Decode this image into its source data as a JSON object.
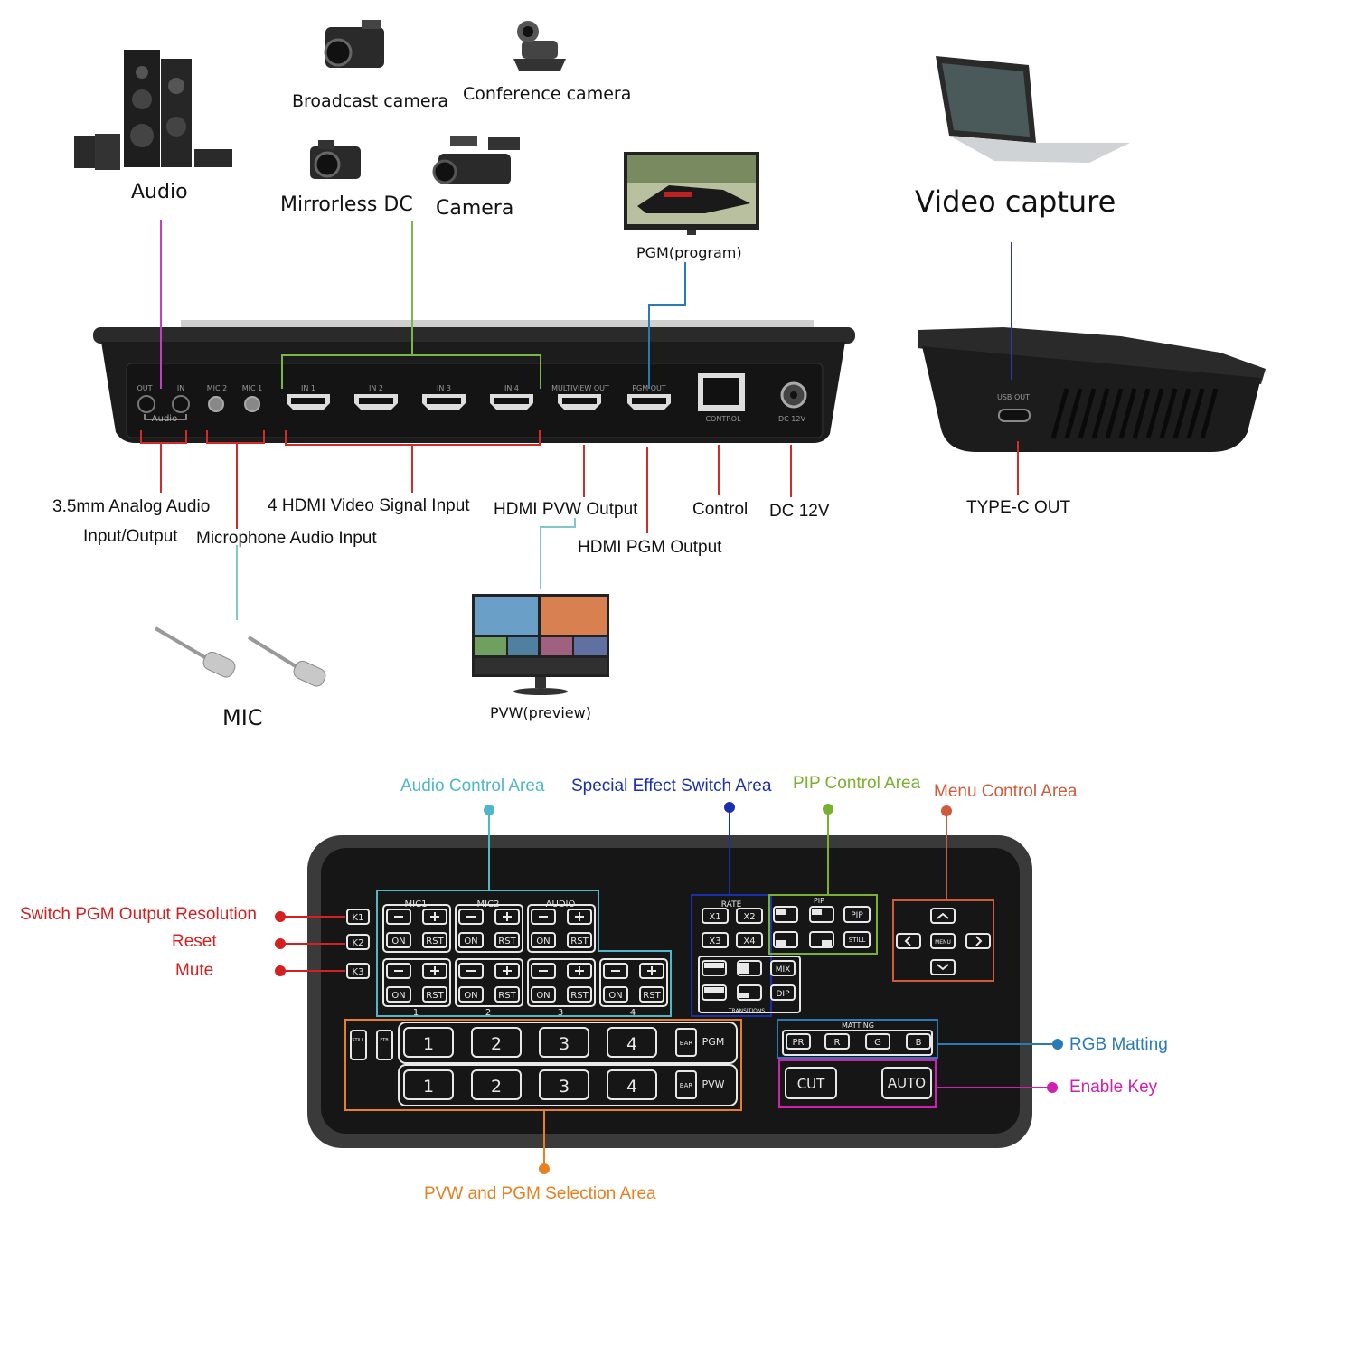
{
  "devices": {
    "audio": "Audio",
    "broadcast_camera": "Broadcast camera",
    "conference_camera": "Conference camera",
    "mirrorless_dc": "Mirrorless DC",
    "camera": "Camera",
    "pgm_program": "PGM(program)",
    "video_capture": "Video capture",
    "mic": "MIC",
    "pvw_preview": "PVW(preview)"
  },
  "rear_panel": {
    "out": "OUT",
    "in": "IN",
    "mic2": "MIC 2",
    "mic1": "MIC 1",
    "audio_bracket": "Audio",
    "in1": "IN 1",
    "in2": "IN 2",
    "in3": "IN 3",
    "in4": "IN 4",
    "multiview_out": "MULTIVIEW OUT",
    "pgm_out": "PGM OUT",
    "control": "CONTROL",
    "dc12v": "DC 12V",
    "usb_out": "USB OUT"
  },
  "port_labels": {
    "analog_audio_line1": "3.5mm Analog Audio",
    "analog_audio_line2": "Input/Output",
    "microphone_input": "Microphone Audio Input",
    "hdmi_input": "4 HDMI Video Signal Input",
    "pvw_output": "HDMI PVW Output",
    "pgm_output": "HDMI PGM Output",
    "control": "Control",
    "dc": "DC 12V",
    "type_c": "TYPE-C OUT"
  },
  "areas": {
    "audio_control": "Audio Control Area",
    "special_effect": "Special Effect Switch Area",
    "pip_control": "PIP Control Area",
    "menu_control": "Menu Control Area",
    "switch_resolution": "Switch PGM Output Resolution",
    "reset": "Reset",
    "mute": "Mute",
    "rgb_matting": "RGB Matting",
    "enable_key": "Enable Key",
    "pvw_pgm_selection": "PVW and PGM Selection Area"
  },
  "panel": {
    "k1": "K1",
    "k2": "K2",
    "k3": "K3",
    "mic1": "MIC1",
    "mic2": "MIC2",
    "audio": "AUDIO",
    "on": "ON",
    "rst": "RST",
    "ch1": "1",
    "ch2": "2",
    "ch3": "3",
    "ch4": "4",
    "rate": "RATE",
    "x1": "X1",
    "x2": "X2",
    "x3": "X3",
    "x4": "X4",
    "pip": "PIP",
    "still": "STILL",
    "mix": "MIX",
    "dip": "DIP",
    "transitions": "TRANSITIONS",
    "menu": "MENU",
    "matting": "MATTING",
    "pr": "PR",
    "r": "R",
    "g": "G",
    "b": "B",
    "cut": "CUT",
    "auto": "AUTO",
    "bar": "BAR",
    "pgm": "PGM",
    "pvw": "PVW",
    "ftb": "FTB"
  },
  "colors": {
    "audio_line": "#c040c0",
    "green_line": "#7ab648",
    "blue_line": "#2a7ab8",
    "red_line": "#d42a2a",
    "teal_line": "#7ec8c8",
    "navy_line": "#2a3a9a",
    "audio_area": "#4fb8c8",
    "effect_area": "#1a2fb0",
    "pip_area": "#7ab030",
    "menu_area": "#d05a3a",
    "left_area": "#d42020",
    "rgb_area": "#2a7ab8",
    "key_area": "#d020b0",
    "sel_area": "#e88020"
  }
}
